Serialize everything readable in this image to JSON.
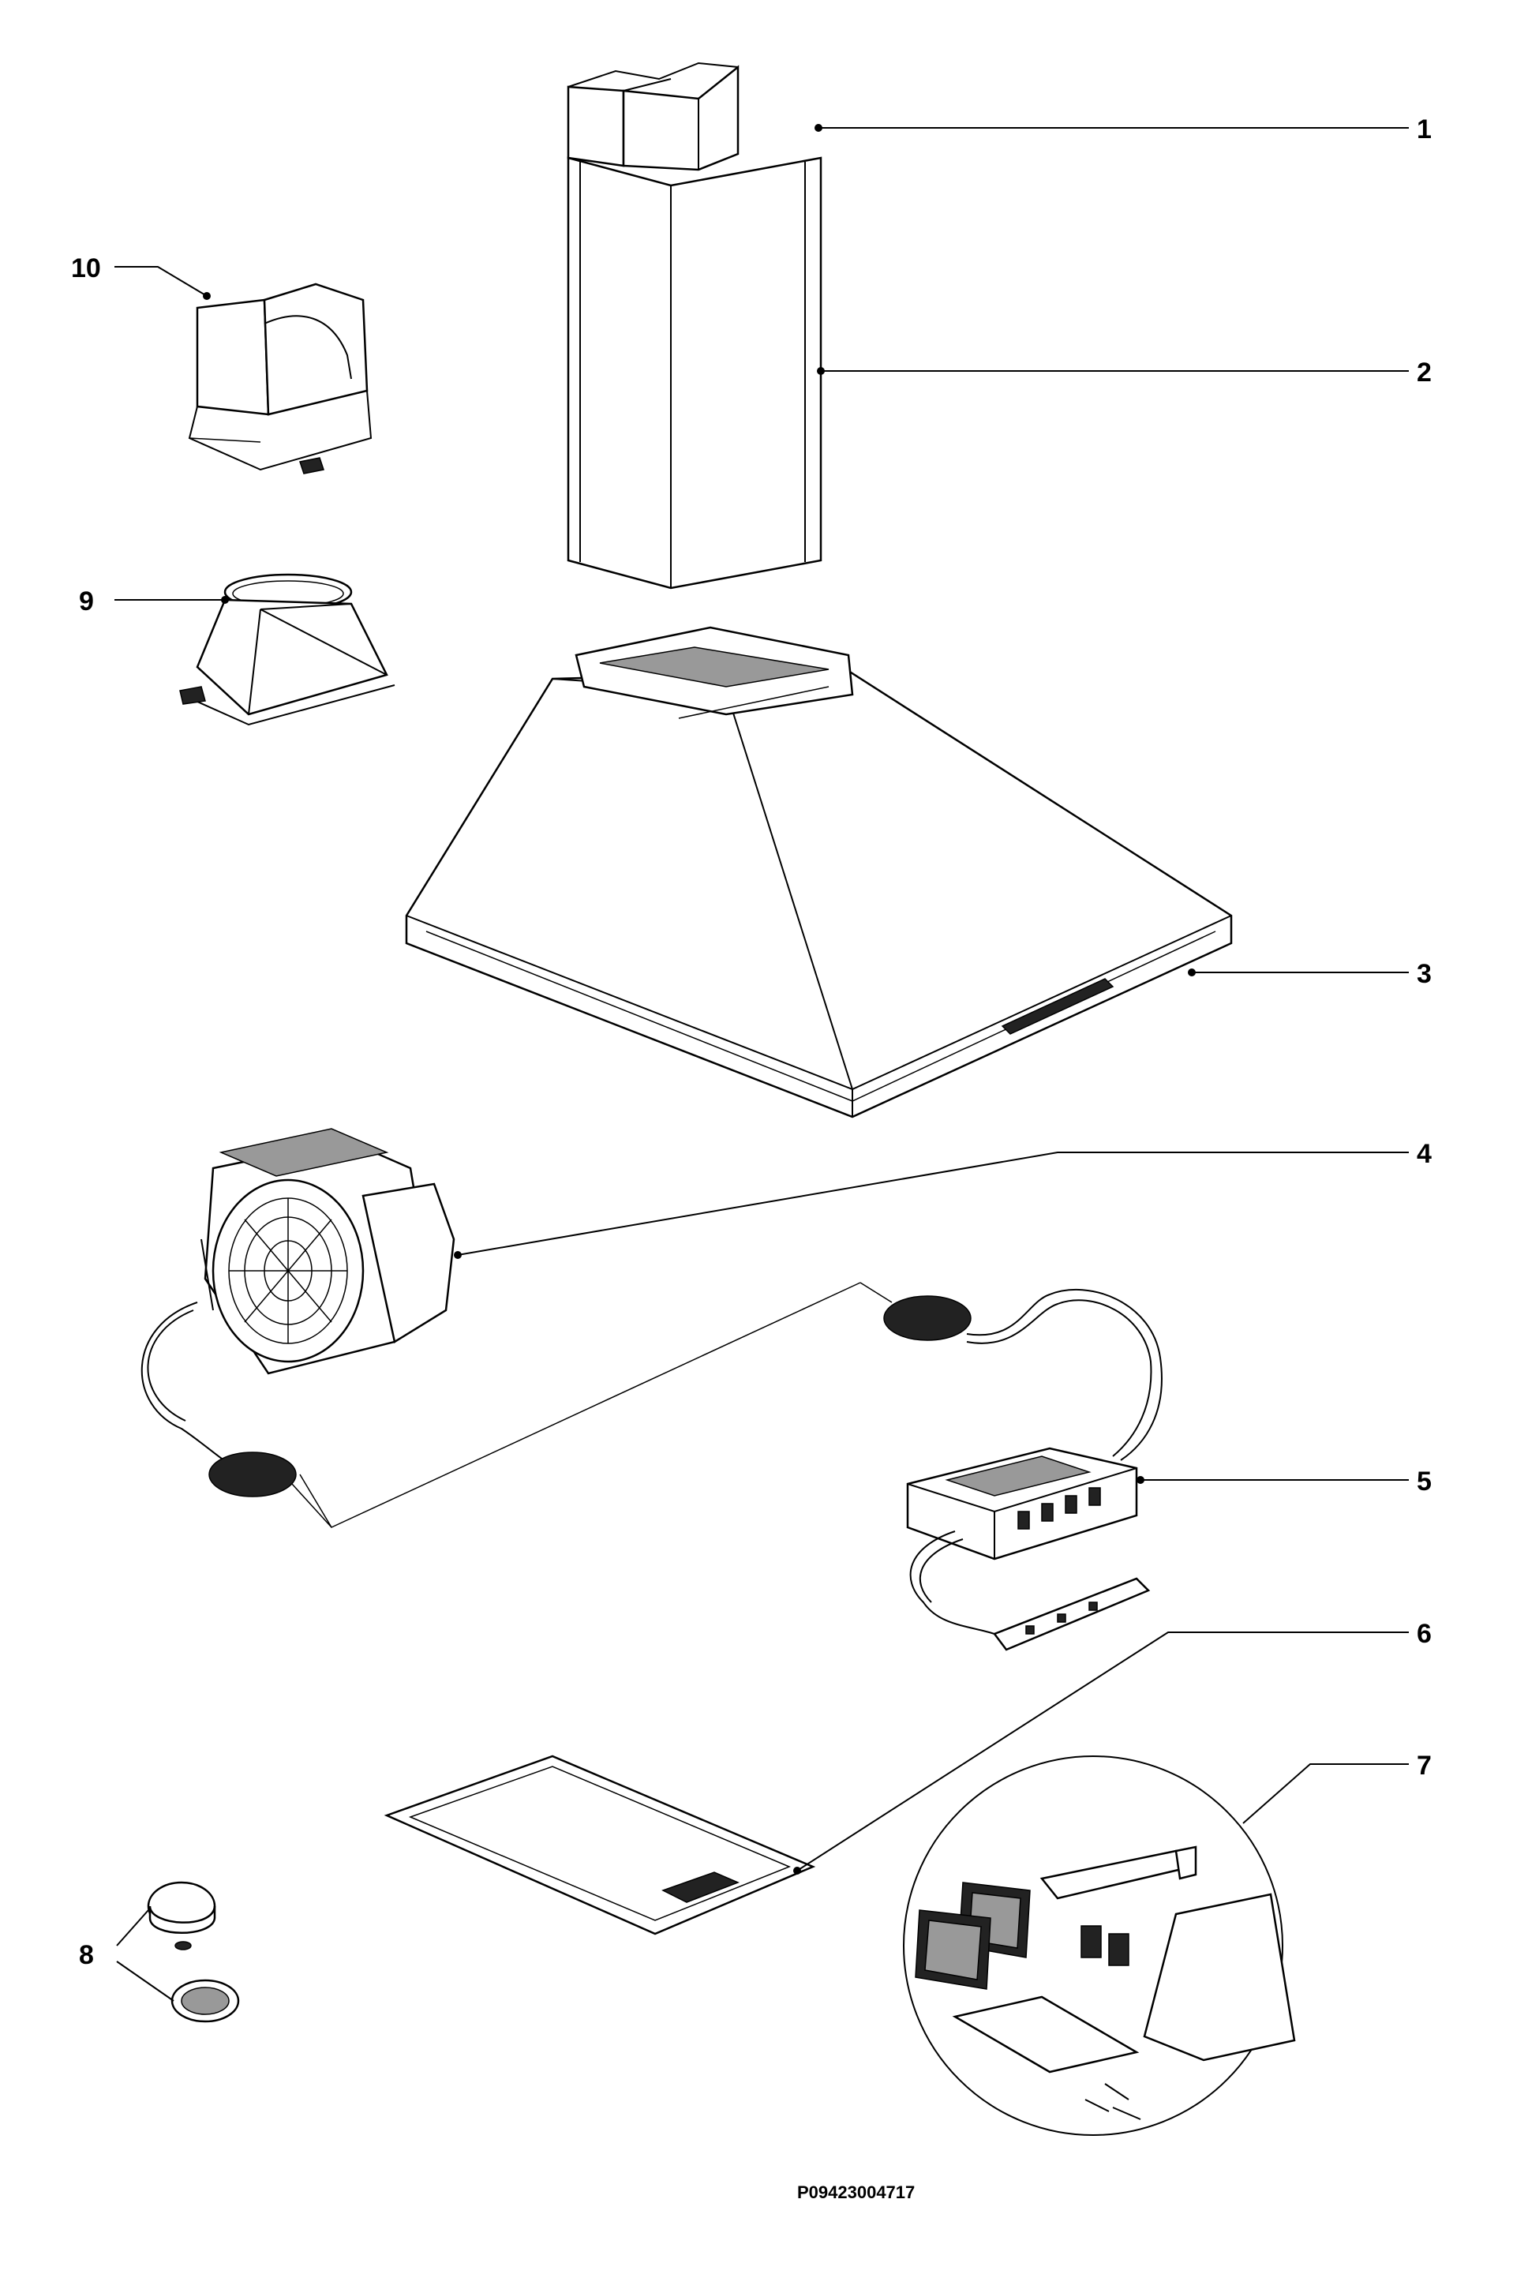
{
  "diagram": {
    "callouts": [
      {
        "id": "1",
        "label": "1"
      },
      {
        "id": "2",
        "label": "2"
      },
      {
        "id": "3",
        "label": "3"
      },
      {
        "id": "4",
        "label": "4"
      },
      {
        "id": "5",
        "label": "5"
      },
      {
        "id": "6",
        "label": "6"
      },
      {
        "id": "7",
        "label": "7"
      },
      {
        "id": "8",
        "label": "8"
      },
      {
        "id": "9",
        "label": "9"
      },
      {
        "id": "10",
        "label": "10"
      }
    ],
    "document_code": "P09423004717"
  },
  "colors": {
    "line": "#000000",
    "background": "#ffffff"
  }
}
